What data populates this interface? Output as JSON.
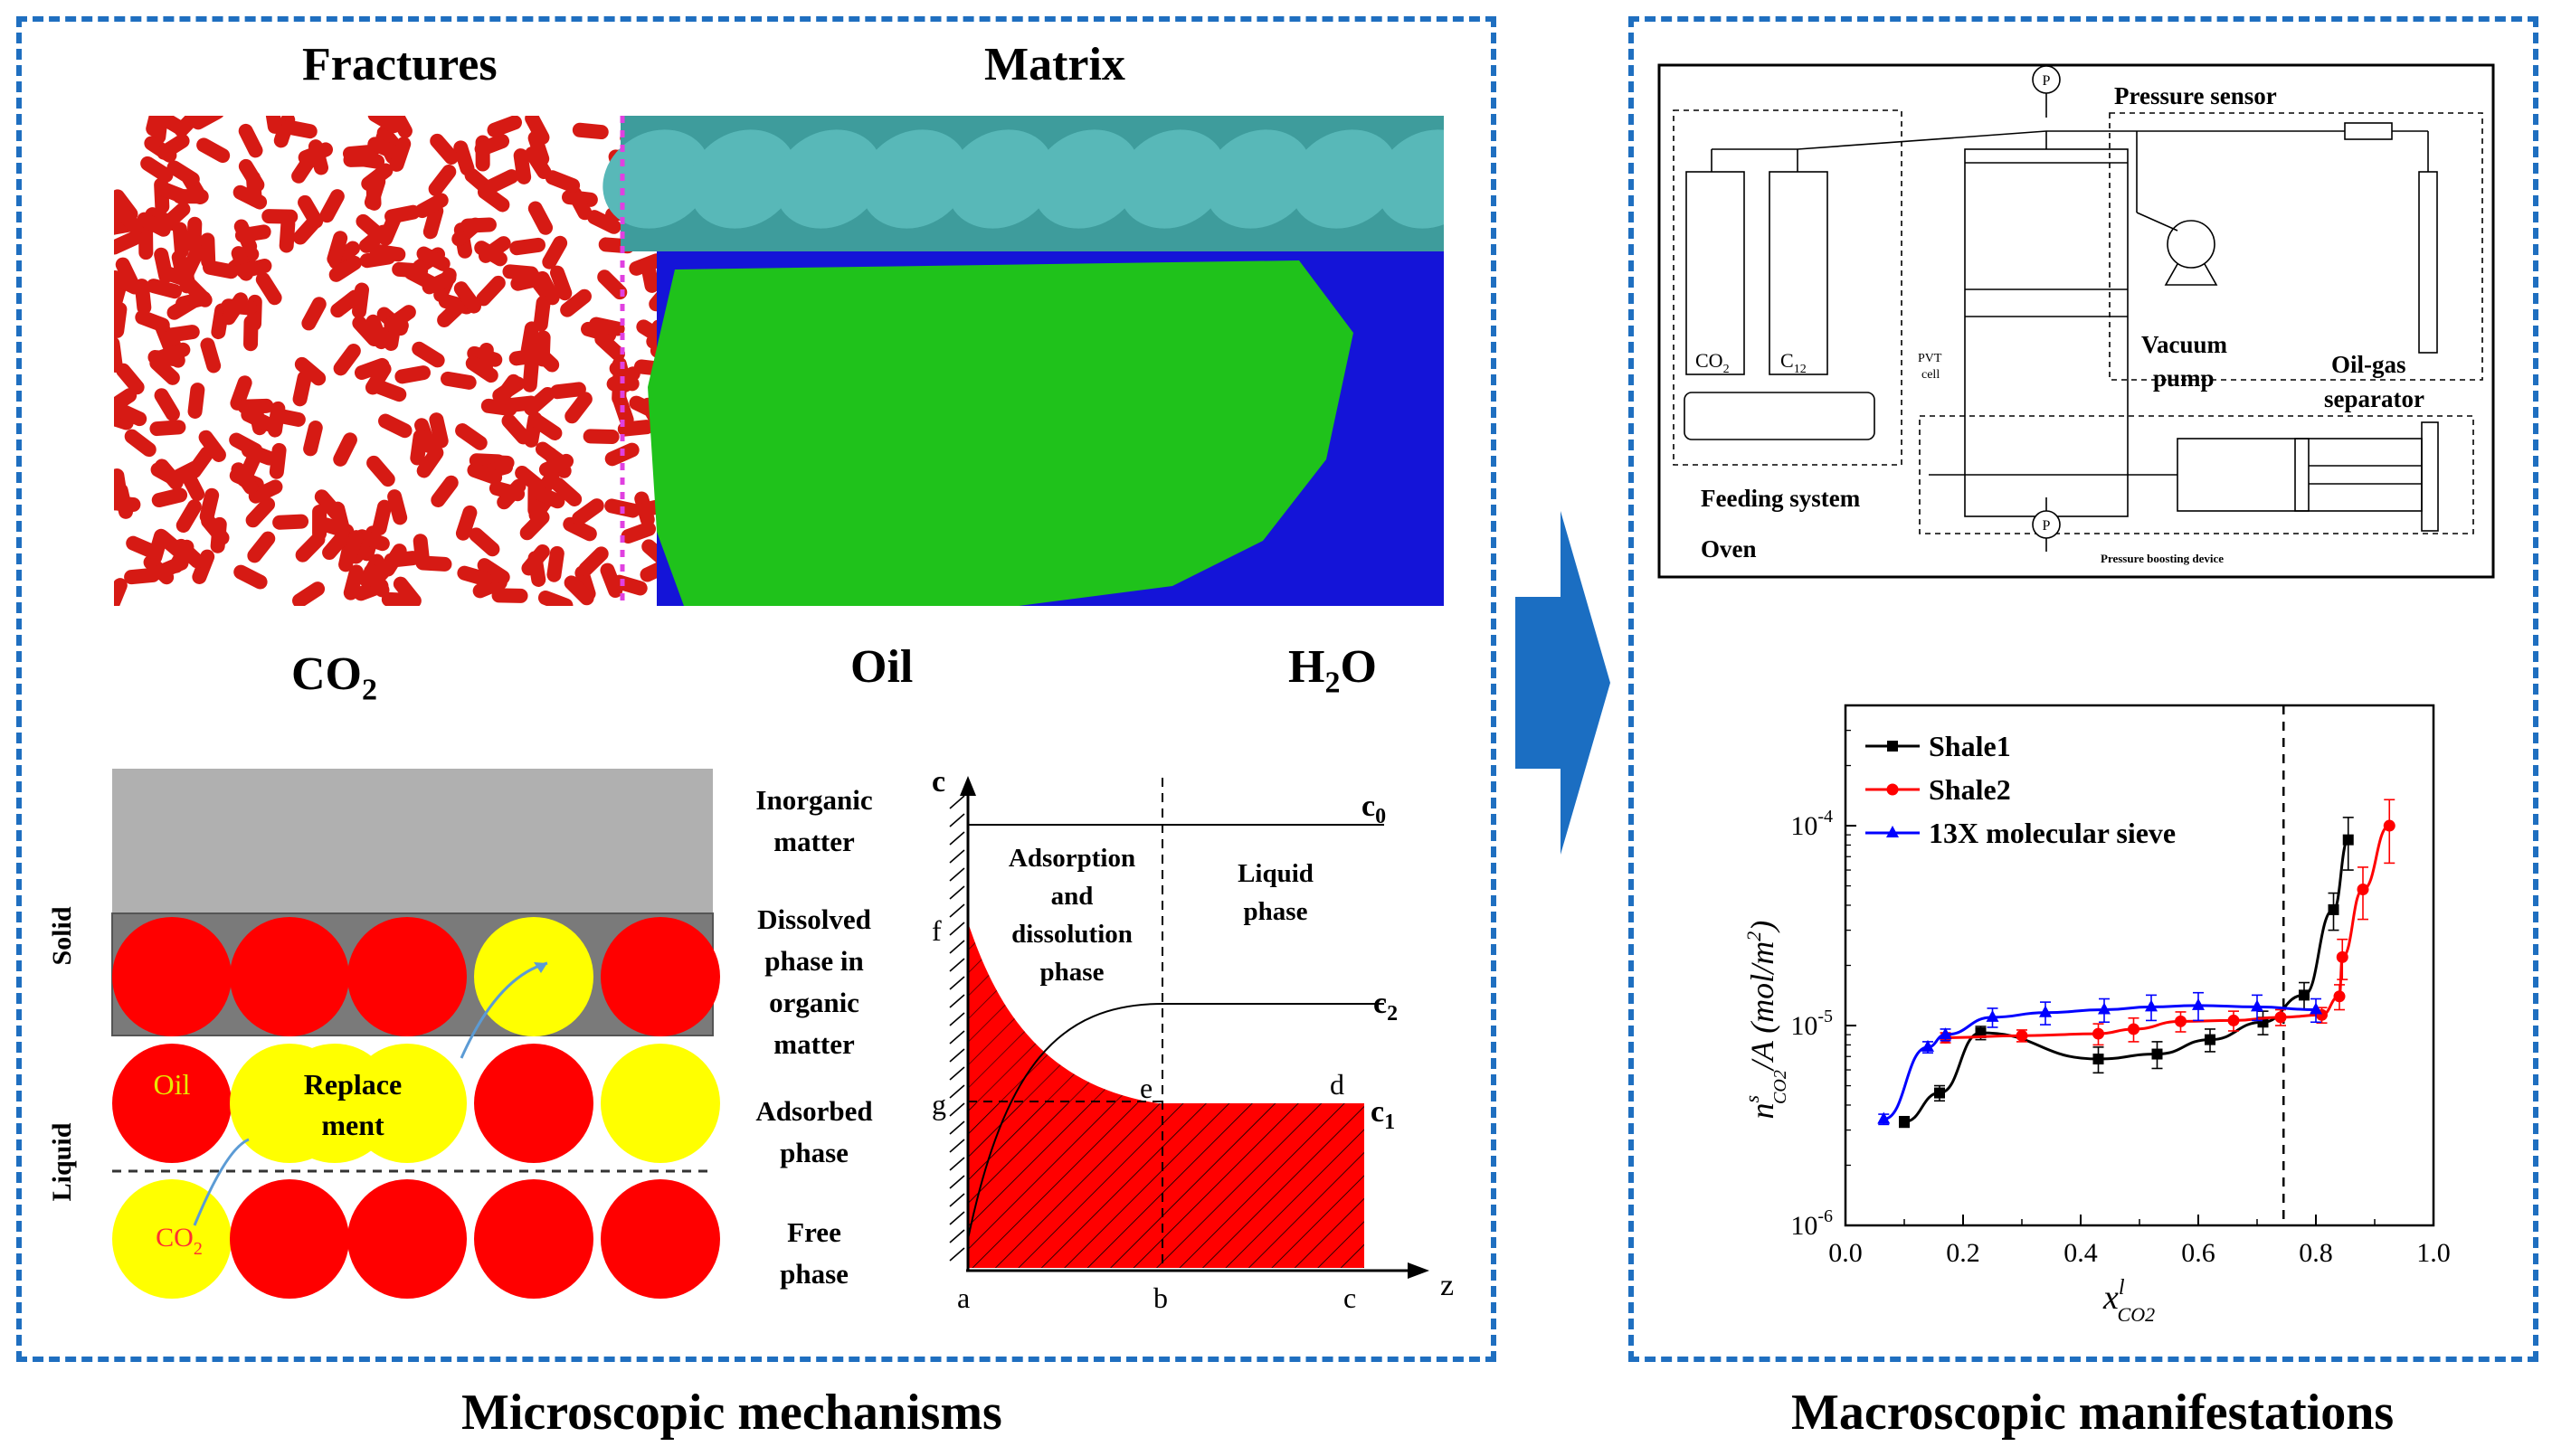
{
  "left_panel": {
    "caption": "Microscopic mechanisms",
    "md": {
      "title_fractures": "Fractures",
      "title_matrix": "Matrix",
      "label_co2": "CO",
      "label_co2_sub": "2",
      "label_oil": "Oil",
      "label_h2o_h": "H",
      "label_h2o_sub": "2",
      "label_h2o_o": "O",
      "colors": {
        "co2": "#d61a14",
        "oil": "#1fc21b",
        "water": "#1414d8",
        "mineral": "#3e9c9c"
      }
    },
    "layers": {
      "side_solid": "Solid",
      "side_liquid": "Liquid",
      "oil_text": "Oil",
      "co2_text": "CO",
      "co2_sub": "2",
      "replace_l1": "Replace",
      "replace_l2": "ment",
      "colors": {
        "oil": "#ff0000",
        "co2": "#ffff00",
        "solid": "#b0b0b0",
        "organic": "#7a7a7a"
      }
    },
    "phase_labels": {
      "inorganic": [
        "Inorganic",
        "matter"
      ],
      "dissolved": [
        "Dissolved",
        "phase in",
        "organic",
        "matter"
      ],
      "adsorbed": [
        "Adsorbed",
        "phase"
      ],
      "free": [
        "Free",
        "phase"
      ]
    },
    "profile": {
      "axis_c": "c",
      "axis_z": "z",
      "region_ads": [
        "Adsorption",
        "and",
        "dissolution",
        "phase"
      ],
      "region_liq": [
        "Liquid",
        "phase"
      ],
      "c0": "c",
      "c0_sub": "0",
      "c1": "c",
      "c1_sub": "1",
      "c2": "c",
      "c2_sub": "2",
      "pt_a": "a",
      "pt_b": "b",
      "pt_c": "c",
      "pt_d": "d",
      "pt_e": "e",
      "pt_f": "f",
      "pt_g": "g"
    }
  },
  "right_panel": {
    "caption": "Macroscopic manifestations",
    "apparatus": {
      "pressure_sensor": "Pressure sensor",
      "vacuum_l1": "Vacuum",
      "vacuum_l2": "pump",
      "separator_l1": "Oil-gas",
      "separator_l2": "separator",
      "feeding": "Feeding system",
      "oven": "Oven",
      "pvt_l1": "PVT",
      "pvt_l2": "cell",
      "booster": "Pressure boosting device",
      "cyl_co2": "CO",
      "cyl_co2_sub": "2",
      "cyl_c12": "C",
      "cyl_c12_sub": "12",
      "gauge": "P"
    }
  },
  "chart_data": {
    "type": "line",
    "x_scale": "linear",
    "y_scale": "log",
    "xlim": [
      0.0,
      1.0
    ],
    "ylim": [
      1e-06,
      0.0004
    ],
    "x_ticks": [
      "0.0",
      "0.2",
      "0.4",
      "0.6",
      "0.8",
      "1.0"
    ],
    "y_ticks": [
      {
        "value": 1e-06,
        "base": "10",
        "exp": "-6"
      },
      {
        "value": 1e-05,
        "base": "10",
        "exp": "-5"
      },
      {
        "value": 0.0001,
        "base": "10",
        "exp": "-4"
      }
    ],
    "xlabel": "x",
    "xlabel_sup": "l",
    "xlabel_sub": "CO2",
    "ylabel_n": "n",
    "ylabel_sup": "s",
    "ylabel_sub": "CO2",
    "ylabel_rest": "/A (mol/m",
    "ylabel_exp": "2",
    "ylabel_close": ")",
    "vline_x": 0.745,
    "legend_position": "top-left",
    "series": [
      {
        "name": "Shale1",
        "color": "#000000",
        "marker": "square",
        "x": [
          0.1,
          0.16,
          0.23,
          0.43,
          0.53,
          0.62,
          0.71,
          0.78,
          0.83,
          0.855
        ],
        "y": [
          3.3e-06,
          4.6e-06,
          9.2e-06,
          6.8e-06,
          7.2e-06,
          8.5e-06,
          1.04e-05,
          1.42e-05,
          3.8e-05,
          8.5e-05
        ],
        "err": [
          2e-07,
          4e-07,
          7e-07,
          1e-06,
          1.1e-06,
          1.1e-06,
          1.4e-06,
          2.2e-06,
          8e-06,
          2.5e-05
        ]
      },
      {
        "name": "Shale2",
        "color": "#ff0000",
        "marker": "circle",
        "x": [
          0.17,
          0.3,
          0.43,
          0.49,
          0.57,
          0.66,
          0.74,
          0.81,
          0.84,
          0.845,
          0.88,
          0.925
        ],
        "y": [
          8.7e-06,
          8.9e-06,
          9.1e-06,
          9.6e-06,
          1.05e-05,
          1.06e-05,
          1.1e-05,
          1.13e-05,
          1.4e-05,
          2.2e-05,
          4.8e-05,
          0.0001
        ],
        "err": [
          5e-07,
          6e-07,
          1.1e-06,
          1.3e-06,
          1.2e-06,
          1.2e-06,
          1e-06,
          1e-06,
          2e-06,
          5e-06,
          1.4e-05,
          3.5e-05
        ]
      },
      {
        "name": "13X molecular sieve",
        "color": "#0000ff",
        "marker": "triangle",
        "x": [
          0.065,
          0.14,
          0.17,
          0.25,
          0.34,
          0.44,
          0.52,
          0.6,
          0.7,
          0.8
        ],
        "y": [
          3.4e-06,
          7.8e-06,
          9e-06,
          1.1e-05,
          1.16e-05,
          1.2e-05,
          1.24e-05,
          1.26e-05,
          1.24e-05,
          1.2e-05
        ],
        "err": [
          2e-07,
          5e-07,
          6e-07,
          1.2e-06,
          1.5e-06,
          1.6e-06,
          1.8e-06,
          2e-06,
          1.8e-06,
          1.6e-06
        ]
      }
    ]
  }
}
